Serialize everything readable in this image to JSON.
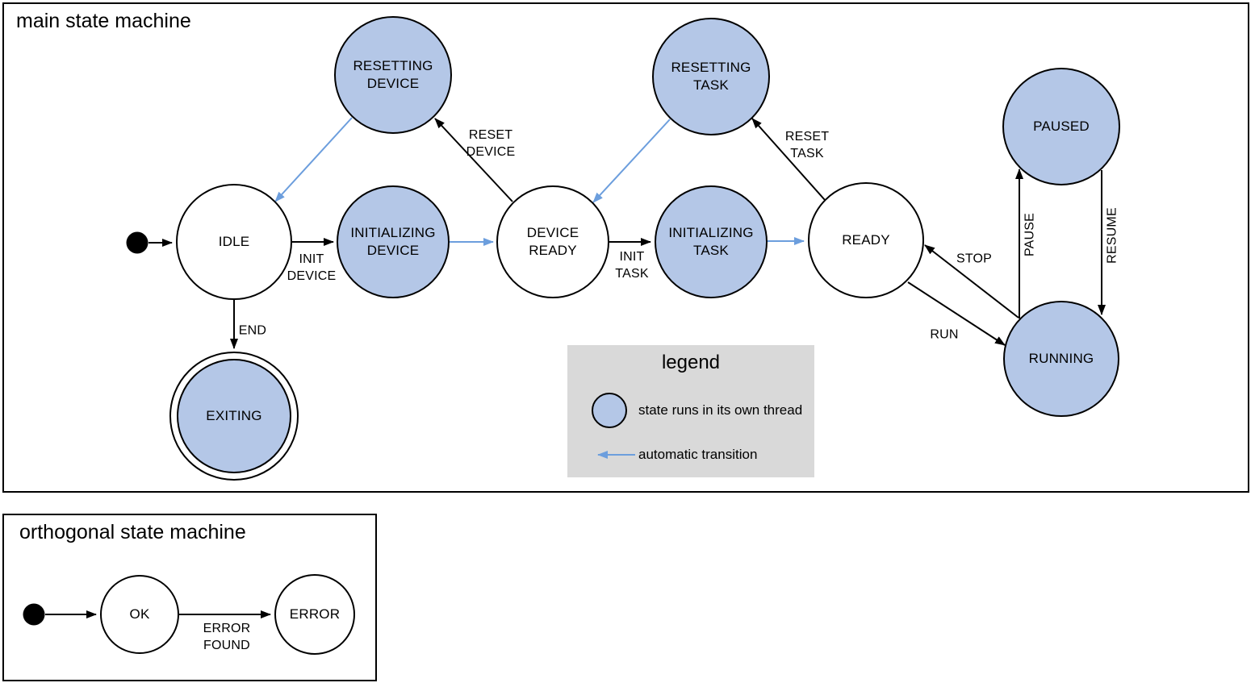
{
  "colors": {
    "state_thread_fill": "#b4c7e7",
    "state_plain_fill": "#ffffff",
    "stroke": "#000000",
    "auto_transition_blue": "#6c9edd",
    "legend_background": "#d9d9d9"
  },
  "main_machine": {
    "title": "main state machine",
    "states": [
      {
        "name": "idle",
        "label": "IDLE"
      },
      {
        "name": "resetting-device",
        "label": "RESETTING\nDEVICE"
      },
      {
        "name": "initializing-device",
        "label": "INITIALIZING\nDEVICE"
      },
      {
        "name": "device-ready",
        "label": "DEVICE\nREADY"
      },
      {
        "name": "resetting-task",
        "label": "RESETTING\nTASK"
      },
      {
        "name": "initializing-task",
        "label": "INITIALIZING\nTASK"
      },
      {
        "name": "ready",
        "label": "READY"
      },
      {
        "name": "paused",
        "label": "PAUSED"
      },
      {
        "name": "running",
        "label": "RUNNING"
      },
      {
        "name": "exiting",
        "label": "EXITING"
      }
    ],
    "transition_labels": {
      "init_device": "INIT\nDEVICE",
      "reset_device": "RESET\nDEVICE",
      "init_task": "INIT\nTASK",
      "reset_task": "RESET\nTASK",
      "run": "RUN",
      "stop": "STOP",
      "pause": "PAUSE",
      "resume": "RESUME",
      "end": "END"
    }
  },
  "legend": {
    "title": "legend",
    "threaded_state_label": "state runs in its own thread",
    "auto_transition_label": "automatic transition"
  },
  "orthogonal_machine": {
    "title": "orthogonal state machine",
    "states": [
      {
        "name": "ok",
        "label": "OK"
      },
      {
        "name": "error",
        "label": "ERROR"
      }
    ],
    "transition_labels": {
      "error_found": "ERROR\nFOUND"
    }
  }
}
